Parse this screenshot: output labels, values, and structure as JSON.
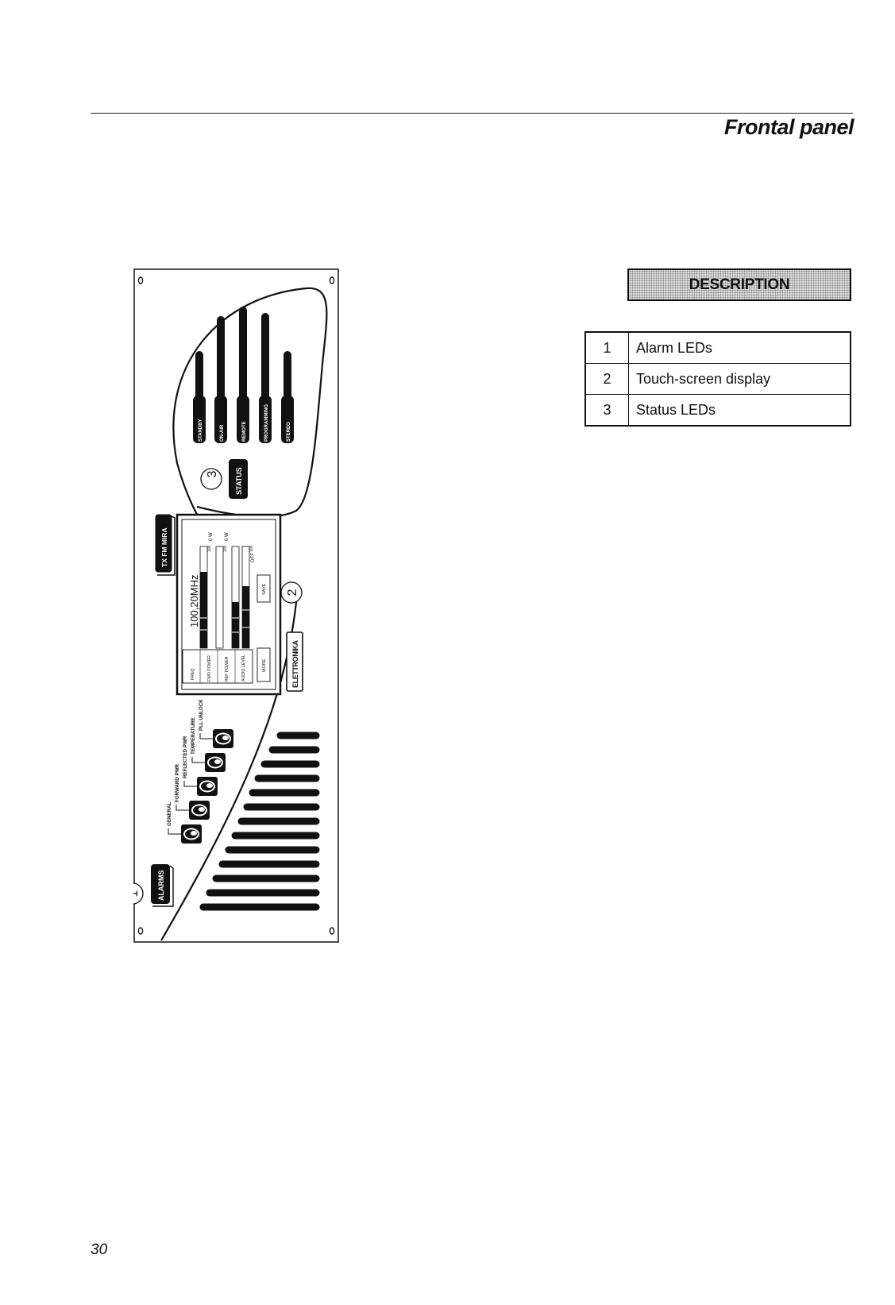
{
  "header": {
    "title": "Frontal panel"
  },
  "footer": {
    "page_number": "30"
  },
  "panel": {
    "brand_badge": "TX FM MIRA",
    "logo_text": "ELETTRONIKA",
    "status": {
      "button_label": "STATUS",
      "leds": [
        "STANDBY",
        "ON-AIR",
        "REMOTE",
        "PROGRAMMING",
        "STEREO"
      ]
    },
    "alarms": {
      "button_label": "ALARMS",
      "leds": [
        "GENERAL",
        "FORWARD PWR",
        "REFLECTED PWR",
        "TEMPERATURE",
        "PLL UNLOCK"
      ]
    },
    "display": {
      "frequency": "100,20MHz",
      "rows": [
        "FREQ",
        "FWD POWER",
        "REF POWER",
        "AUDIO LEVEL"
      ],
      "fwd_value": "0 W",
      "ref_value": "0 W",
      "audio_state": "OFF",
      "more_label": "MORE",
      "save_label": "SAVE"
    },
    "callouts": [
      "1",
      "2",
      "3"
    ]
  },
  "description": {
    "header": "DESCRIPTION",
    "items": [
      {
        "number": "1",
        "label": "Alarm LEDs"
      },
      {
        "number": "2",
        "label": "Touch-screen display"
      },
      {
        "number": "3",
        "label": "Status LEDs"
      }
    ]
  },
  "colors": {
    "ink": "#111111",
    "paper": "#ffffff",
    "screen_tint": "#dcdcdc"
  }
}
